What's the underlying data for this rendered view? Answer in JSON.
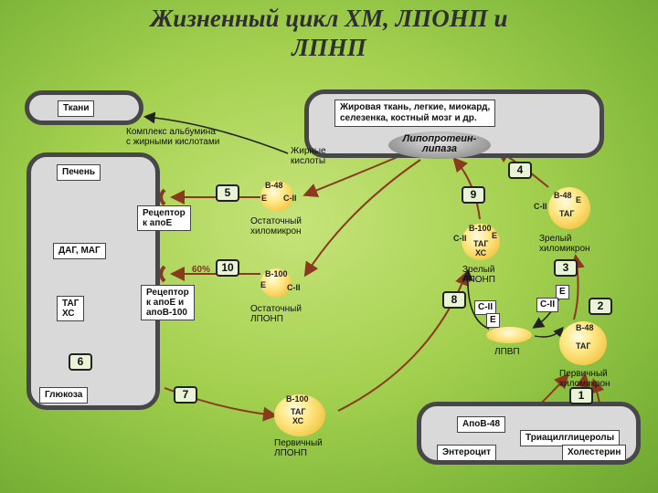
{
  "title_line1": "Жизненный цикл ХМ, ЛПОНП и",
  "title_line2": "ЛПНП",
  "tissues_label": "Ткани",
  "periphery_text_1": "Жировая ткань, легкие, миокард,",
  "periphery_text_2": "селезенка, костный мозг и др.",
  "lipase_line1": "Липопротеин-",
  "lipase_line2": "липаза",
  "albumin_complex_1": "Комплекс альбумина",
  "albumin_complex_2": "с жирными кислотами",
  "fatty_acids_1": "Жирные",
  "fatty_acids_2": "кислоты",
  "liver_label": "Печень",
  "dag_mag": "ДАГ, МАГ",
  "tag": "ТАГ",
  "hs": "ХС",
  "glucose": "Глюкоза",
  "receptor_apoe_1": "Рецептор",
  "receptor_apoe_2": "к апоЕ",
  "receptor_apoe_b_1": "Рецептор",
  "receptor_apoe_b_2": "к апоЕ и",
  "receptor_apoe_b_3": "апоВ-100",
  "percent_60": "60%",
  "numbers": [
    "1",
    "2",
    "3",
    "4",
    "5",
    "6",
    "7",
    "8",
    "9",
    "10"
  ],
  "b48": "В-48",
  "b100": "В-100",
  "e": "Е",
  "c2": "С-II",
  "residual_chylo_1": "Остаточный",
  "residual_chylo_2": "хиломикрон",
  "residual_vldl_1": "Остаточный",
  "residual_vldl_2": "ЛПОНП",
  "mature_vldl_1": "Зрелый",
  "mature_vldl_2": "ЛПОНП",
  "mature_chylo_1": "Зрелый",
  "mature_chylo_2": "хиломикрон",
  "primary_chylo_1": "Первичный",
  "primary_chylo_2": "хиломикрон",
  "primary_vldl_1": "Первичный",
  "primary_vldl_2": "ЛПОНП",
  "hdl": "ЛПВП",
  "enterocyte": "Энтероцит",
  "apob48": "АпоВ-48",
  "triglycerides": "Триацилглицеролы",
  "cholesterol": "Холестерин",
  "colors": {
    "box_fill": "#d9d9d9",
    "box_border": "#474747",
    "arrow_brown": "#8a3a1e",
    "arrow_dark": "#222222",
    "lipid_yellow": "#f4c84a"
  }
}
